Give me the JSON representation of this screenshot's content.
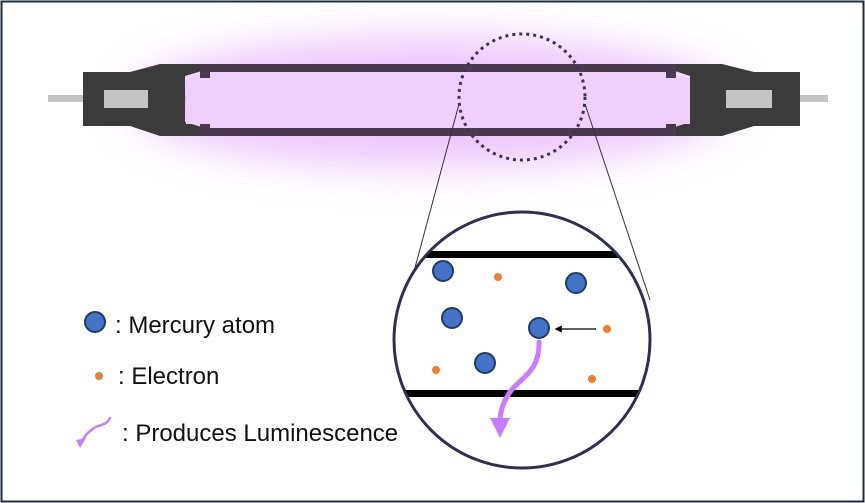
{
  "legend": {
    "mercury_atom": ": Mercury atom",
    "electron": ": Electron",
    "luminescence": ": Produces Luminescence"
  },
  "colors": {
    "frame_border": "#1f2d3d",
    "glow": "#d98ef7",
    "tube_fill": "#efd0fa",
    "tube_body": "#4a3a4e",
    "end_cap": "#3b3b3b",
    "electrode": "#c4c4c4",
    "zoom_circle": "#2d3050",
    "mercury_atom_fill": "#4472c4",
    "mercury_atom_stroke": "#1f3a6e",
    "electron": "#ed7d31",
    "luminescence_arrow": "#c77dff",
    "rail": "#000000"
  }
}
